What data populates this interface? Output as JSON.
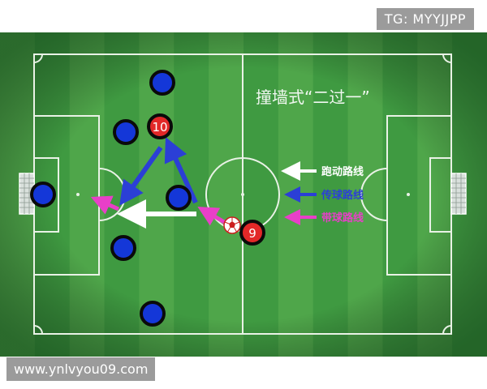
{
  "title": "撞墙式“二过一”",
  "watermark_top": "TG: MYYJJPP",
  "watermark_bottom": "www.ynlvyou09.com",
  "legend": [
    {
      "label": "跑动路线",
      "color": "#ffffff",
      "text_color": "#ffffff"
    },
    {
      "label": "传球路线",
      "color": "#2b3fd6",
      "text_color": "#2b3fd6"
    },
    {
      "label": "带球路线",
      "color": "#e83fc8",
      "text_color": "#e83fc8"
    }
  ],
  "players": {
    "numbered": [
      {
        "number": "10"
      },
      {
        "number": "9"
      }
    ]
  },
  "colors": {
    "pitch_light": "#4fa64a",
    "pitch_dark": "#3f9a41",
    "line": "#e9f2e6",
    "player_blue": "#1437d8",
    "player_red": "#e22828",
    "run": "#ffffff",
    "pass": "#2b3fd6",
    "dribble": "#e83fc8"
  }
}
